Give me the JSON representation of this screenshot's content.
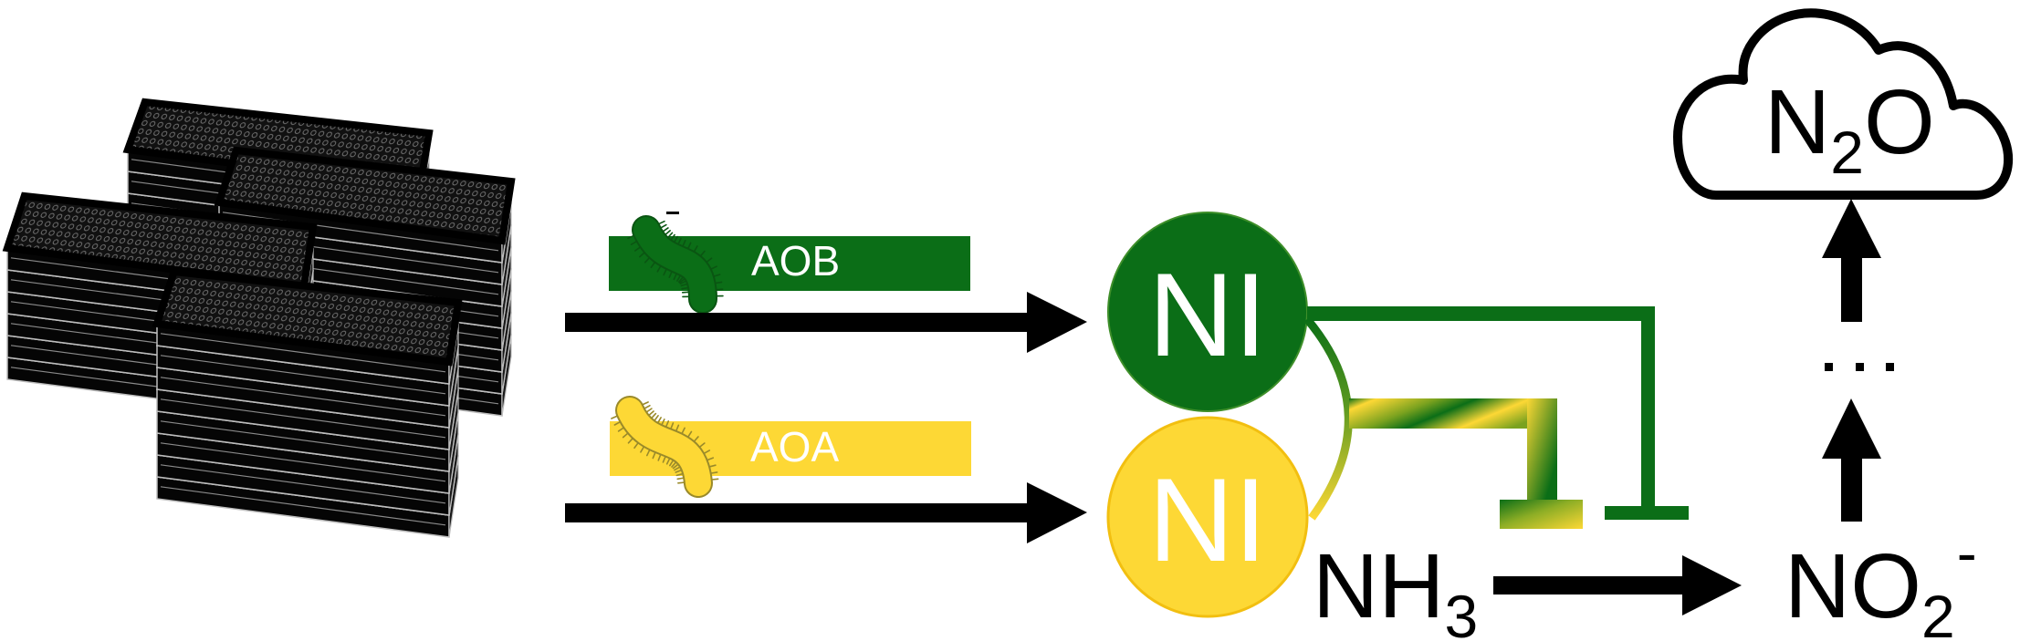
{
  "colors": {
    "aob_green": "#0b6e17",
    "aoa_yellow": "#fdd835",
    "aoa_border": "#f2bf10",
    "arrow_black": "#000000",
    "plate_black": "#0a0a0a"
  },
  "source": {
    "icon": "microplate-stack-icon",
    "description": "Stacks of multi-well microplates"
  },
  "organisms": [
    {
      "id": "aob",
      "label": "AOB",
      "icon": "bacterium-icon",
      "color": "#0b6e17"
    },
    {
      "id": "aoa",
      "label": "AOA",
      "icon": "archaeon-icon",
      "color": "#fdd835"
    }
  ],
  "inhibitors": [
    {
      "id": "ni_aob",
      "label": "NI",
      "color": "#0b6e17"
    },
    {
      "id": "ni_aoa",
      "label": "NI",
      "color": "#fdd835"
    }
  ],
  "reaction": {
    "substrate": {
      "main": "NH",
      "sub": "3"
    },
    "product": {
      "main": "NO",
      "sub": "2",
      "sup": "-"
    },
    "ellipsis": "...",
    "emission": {
      "main1": "N",
      "sub": "2",
      "main2": "O",
      "icon": "cloud-icon"
    }
  }
}
